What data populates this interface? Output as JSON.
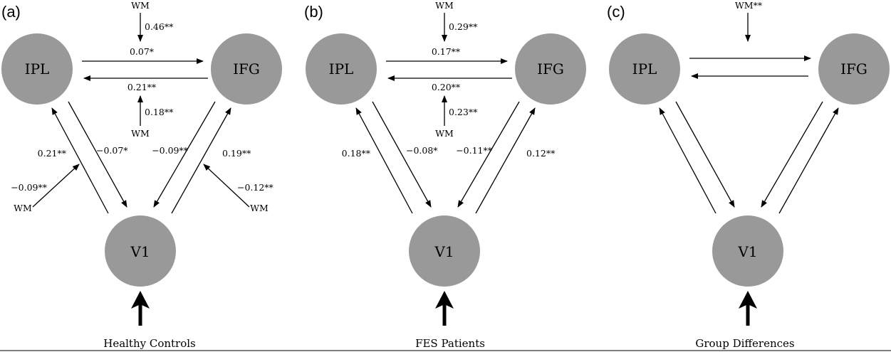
{
  "panels": [
    {
      "letter": "(a)",
      "caption": "Healthy Controls",
      "nodes": {
        "ipl": "IPL",
        "ifg": "IFG",
        "v1": "V1"
      },
      "wm": {
        "top": "WM",
        "mid": "WM",
        "left": "WM",
        "right": "WM"
      },
      "coefficients": {
        "wm_top": "0.46**",
        "ipl_to_ifg": "0.07*",
        "ifg_to_ipl": "0.21**",
        "wm_mid": "0.18**",
        "v1_to_ipl": "0.21**",
        "ipl_to_v1": "−0.07*",
        "ifg_to_v1": "−0.09**",
        "v1_to_ifg": "0.19**",
        "wm_left": "−0.09**",
        "wm_right": "−0.12**"
      }
    },
    {
      "letter": "(b)",
      "caption": "FES Patients",
      "nodes": {
        "ipl": "IPL",
        "ifg": "IFG",
        "v1": "V1"
      },
      "wm": {
        "top": "WM",
        "mid": "WM"
      },
      "coefficients": {
        "wm_top": "0.29**",
        "ipl_to_ifg": "0.17**",
        "ifg_to_ipl": "0.20**",
        "wm_mid": "0.23**",
        "v1_to_ipl": "0.18**",
        "ipl_to_v1": "−0.08*",
        "ifg_to_v1": "−0.11**",
        "v1_to_ifg": "0.12**"
      }
    },
    {
      "letter": "(c)",
      "caption": "Group Differences",
      "nodes": {
        "ipl": "IPL",
        "ifg": "IFG",
        "v1": "V1"
      },
      "wm": {
        "top": "WM**"
      }
    }
  ]
}
